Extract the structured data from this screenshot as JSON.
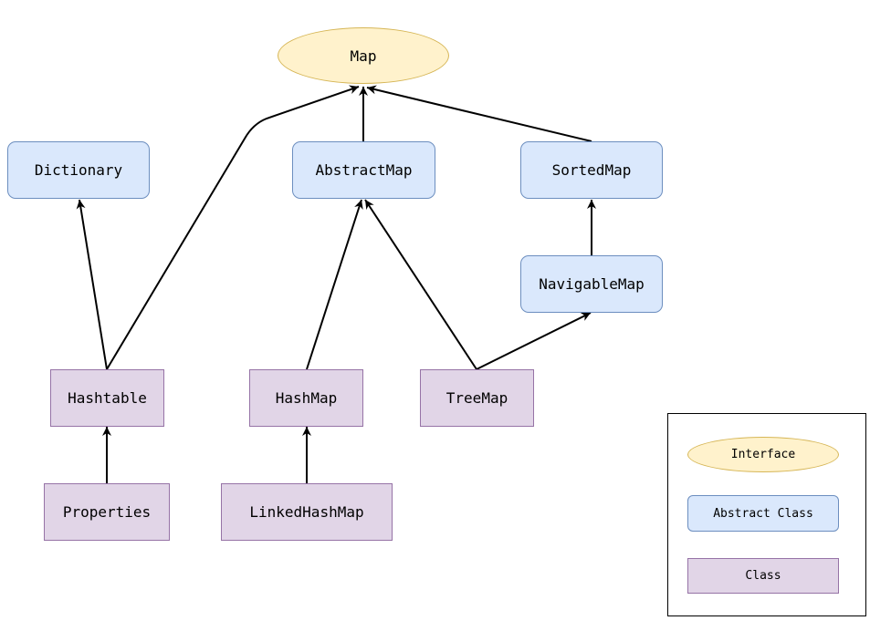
{
  "nodes": {
    "map": "Map",
    "dictionary": "Dictionary",
    "abstract_map": "AbstractMap",
    "sorted_map": "SortedMap",
    "navigable_map": "NavigableMap",
    "hashtable": "Hashtable",
    "hash_map": "HashMap",
    "tree_map": "TreeMap",
    "properties": "Properties",
    "linked_hash_map": "LinkedHashMap"
  },
  "edges": [
    {
      "from": "abstract_map",
      "to": "map",
      "kind": "extends"
    },
    {
      "from": "sorted_map",
      "to": "map",
      "kind": "extends"
    },
    {
      "from": "hashtable",
      "to": "map",
      "kind": "implements"
    },
    {
      "from": "hashtable",
      "to": "dictionary",
      "kind": "extends"
    },
    {
      "from": "hash_map",
      "to": "abstract_map",
      "kind": "extends"
    },
    {
      "from": "tree_map",
      "to": "abstract_map",
      "kind": "extends"
    },
    {
      "from": "tree_map",
      "to": "navigable_map",
      "kind": "implements"
    },
    {
      "from": "navigable_map",
      "to": "sorted_map",
      "kind": "extends"
    },
    {
      "from": "properties",
      "to": "hashtable",
      "kind": "extends"
    },
    {
      "from": "linked_hash_map",
      "to": "hash_map",
      "kind": "extends"
    }
  ],
  "legend": {
    "interface": "Interface",
    "abstract_class": "Abstract Class",
    "class": "Class"
  },
  "colors": {
    "interface_fill": "#fff2cc",
    "interface_border": "#d6b656",
    "abstract_fill": "#dae8fc",
    "abstract_border": "#6c8ebf",
    "class_fill": "#e1d5e7",
    "class_border": "#9673a6",
    "edge": "#000000"
  }
}
